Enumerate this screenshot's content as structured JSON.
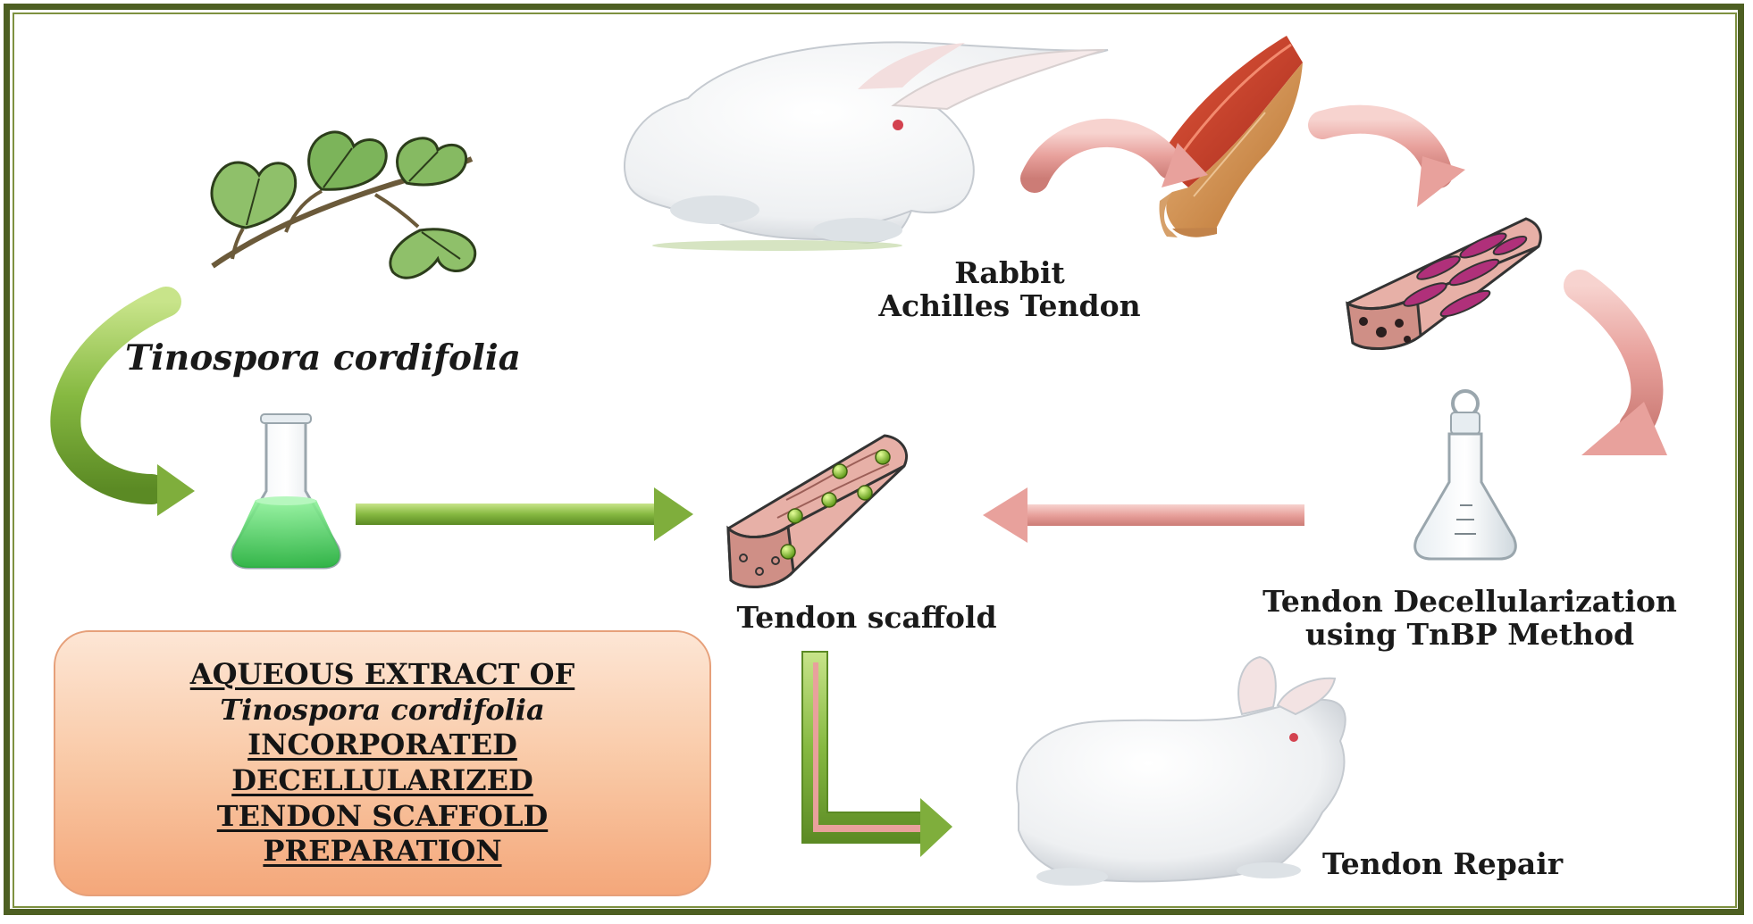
{
  "labels": {
    "plant": "Tinospora cordifolia",
    "rabbit_line1": "Rabbit",
    "rabbit_line2": "Achilles Tendon",
    "scaffold": "Tendon scaffold",
    "decell_line1": "Tendon Decellularization",
    "decell_line2": "using TnBP Method",
    "repair": "Tendon Repair"
  },
  "info_box": {
    "lines": [
      "AQUEOUS EXTRACT OF",
      "Tinospora cordifolia",
      "INCORPORATED",
      "DECELLULARIZED",
      "TENDON SCAFFOLD",
      "PREPARATION"
    ]
  },
  "colors": {
    "frame": "#4d5f22",
    "green_arrow": "#7fae3c",
    "pink_arrow": "#e8a19c",
    "tendon_pink": "#d9988f",
    "magenta_fiber": "#b0307a",
    "extract_green": "#3fcf52",
    "leaf_green": "#7bb35a",
    "box_fill": "#f9c9a6"
  },
  "icons": [
    "tinospora-leaves-icon",
    "rabbit-icon",
    "achilles-tendon-icon",
    "tendon-tissue-icon",
    "extract-flask-icon",
    "stoppered-flask-icon",
    "tendon-scaffold-icon",
    "repaired-rabbit-icon"
  ]
}
